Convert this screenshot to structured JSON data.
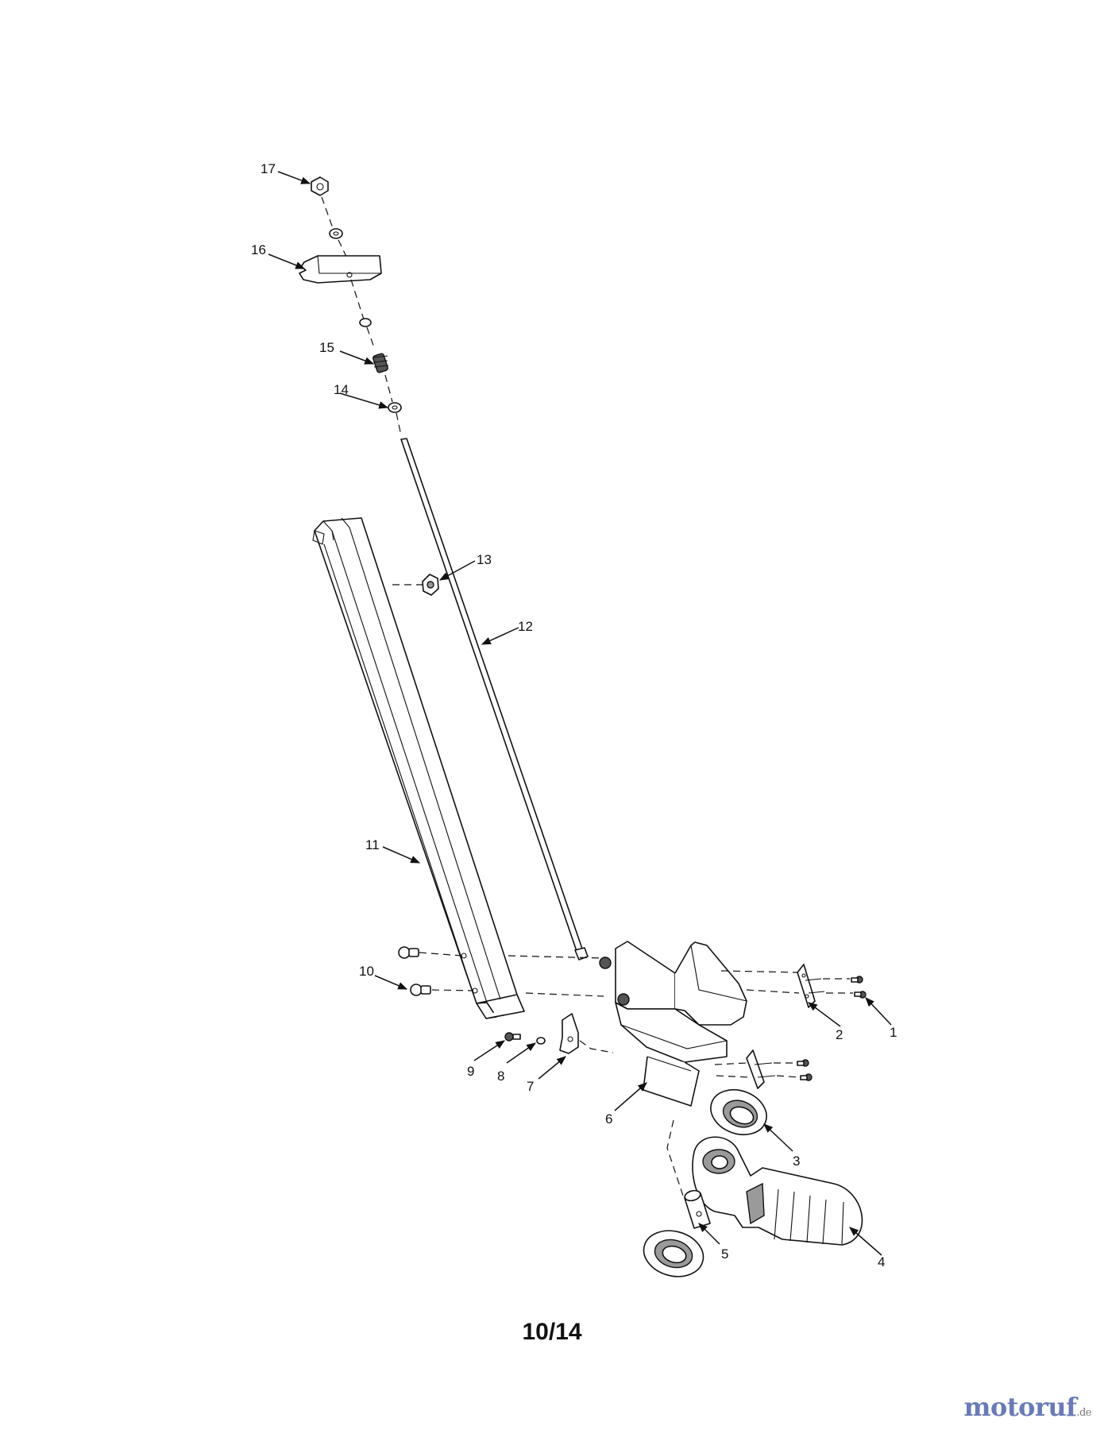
{
  "diagram": {
    "callouts": [
      "1",
      "2",
      "3",
      "4",
      "5",
      "6",
      "7",
      "8",
      "9",
      "10",
      "11",
      "12",
      "13",
      "14",
      "15",
      "16",
      "17"
    ]
  },
  "page": {
    "number": "10/14"
  },
  "watermark": {
    "brand": "motoruf",
    "tld": ".de"
  }
}
